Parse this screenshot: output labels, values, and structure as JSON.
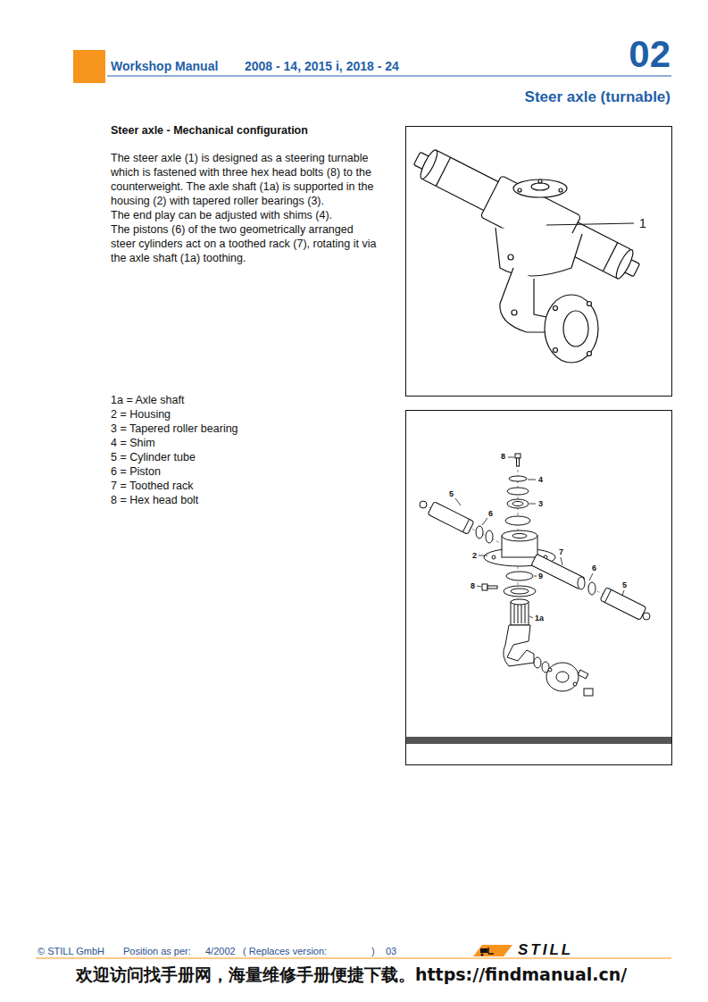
{
  "diagram": {
    "title": "Steer axle (turnable)",
    "labels": [
      "Workshop Manual",
      "2008 - 14, 2015 i, 2018 - 24",
      "02",
      "Steer axle - Mechanical configuration",
      "The steer axle (1) is designed as a steering turnable which is fastened with three hex head bolts (8) to the counterweight. The axle shaft (1a) is supported in the housing (2) with tapered roller bearings (3).",
      "The end play can be adjusted with shims (4).",
      "The pistons (6) of the two geometrically arranged steer cylinders act on a toothed rack (7), rotating it via the axle shaft (1a) toothing.",
      "1a = Axle shaft",
      "2 = Housing",
      "3 = Tapered roller bearing",
      "4 = Shim",
      "5 = Cylinder tube",
      "6 = Piston",
      "7 = Toothed rack",
      "8 = Hex head bolt",
      "1",
      "8",
      "4",
      "3",
      "5",
      "6",
      "2",
      "9",
      "7",
      "6",
      "5",
      "8",
      "1a",
      "© STILL GmbH",
      "Position as per:",
      "4/2002",
      "( Replaces version:",
      ")",
      "03",
      "STILL",
      "欢迎访问找手册网，海量维修手册便捷下载。https://findmanual.cn/"
    ]
  }
}
